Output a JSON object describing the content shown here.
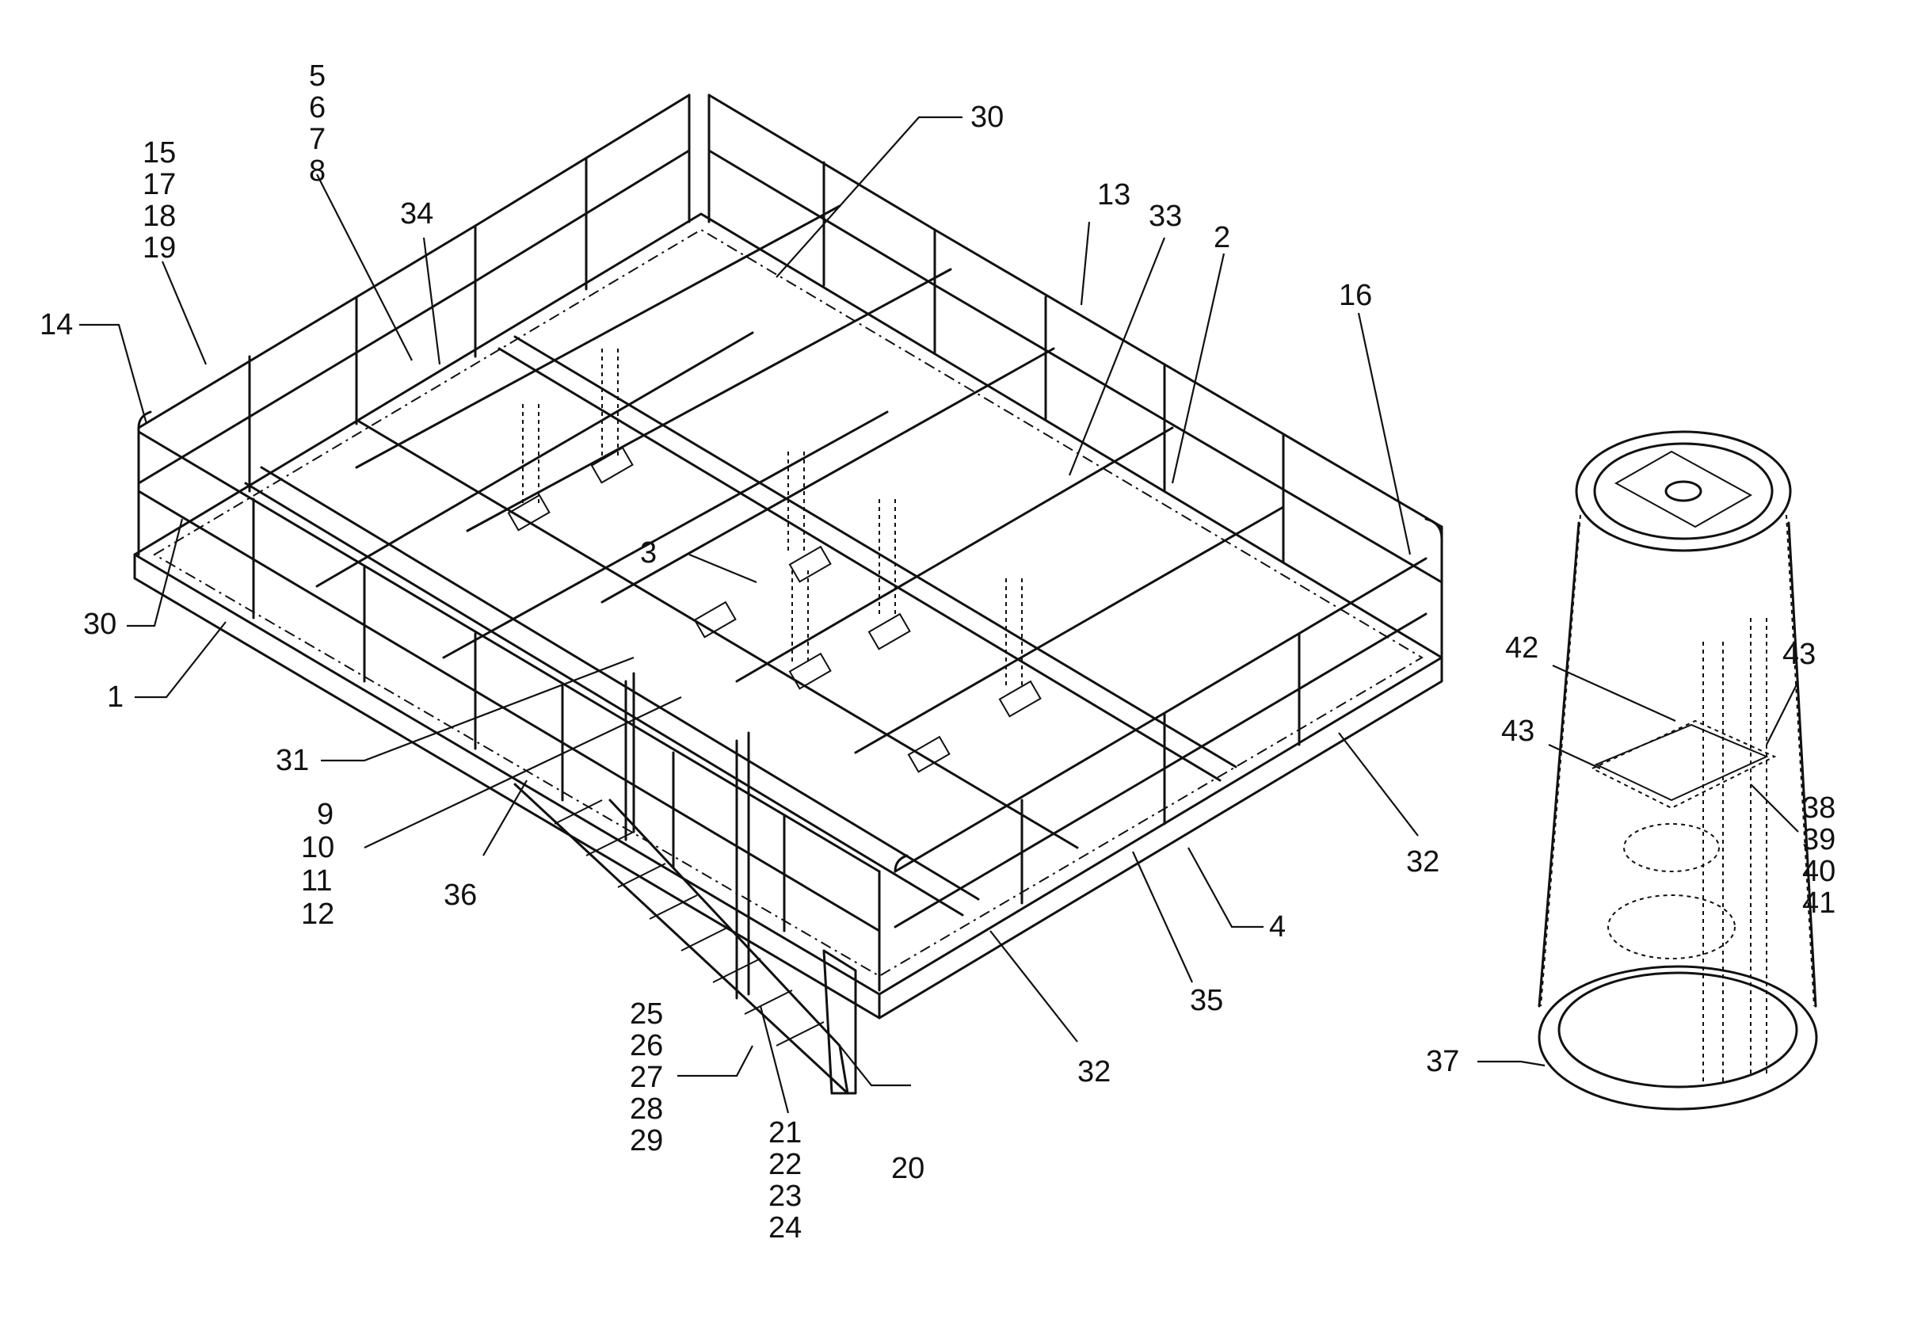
{
  "figure": {
    "callouts": [
      {
        "id": "c-5-6-7-8",
        "lines": [
          "5",
          "6",
          "7",
          "8"
        ]
      },
      {
        "id": "c-15-17-18-19",
        "lines": [
          "15",
          "17",
          "18",
          "19"
        ]
      },
      {
        "id": "c-14",
        "lines": [
          "14"
        ]
      },
      {
        "id": "c-34",
        "lines": [
          "34"
        ]
      },
      {
        "id": "c-30-top",
        "lines": [
          "30"
        ]
      },
      {
        "id": "c-13",
        "lines": [
          "13"
        ]
      },
      {
        "id": "c-33",
        "lines": [
          "33"
        ]
      },
      {
        "id": "c-2",
        "lines": [
          "2"
        ]
      },
      {
        "id": "c-16",
        "lines": [
          "16"
        ]
      },
      {
        "id": "c-30-left",
        "lines": [
          "30"
        ]
      },
      {
        "id": "c-1",
        "lines": [
          "1"
        ]
      },
      {
        "id": "c-3",
        "lines": [
          "3"
        ]
      },
      {
        "id": "c-31",
        "lines": [
          "31"
        ]
      },
      {
        "id": "c-9-10-11-12",
        "lines": [
          "9",
          "10",
          "11",
          "12"
        ]
      },
      {
        "id": "c-36",
        "lines": [
          "36"
        ]
      },
      {
        "id": "c-25-26-27-28-29",
        "lines": [
          "25",
          "26",
          "27",
          "28",
          "29"
        ]
      },
      {
        "id": "c-21-22-23-24",
        "lines": [
          "21",
          "22",
          "23",
          "24"
        ]
      },
      {
        "id": "c-20",
        "lines": [
          "20"
        ]
      },
      {
        "id": "c-32-bottom",
        "lines": [
          "32"
        ]
      },
      {
        "id": "c-35",
        "lines": [
          "35"
        ]
      },
      {
        "id": "c-4",
        "lines": [
          "4"
        ]
      },
      {
        "id": "c-32-right",
        "lines": [
          "32"
        ]
      },
      {
        "id": "c-42",
        "lines": [
          "42"
        ]
      },
      {
        "id": "c-43-right",
        "lines": [
          "43"
        ]
      },
      {
        "id": "c-43-left",
        "lines": [
          "43"
        ]
      },
      {
        "id": "c-38-39-40-41",
        "lines": [
          "38",
          "39",
          "40",
          "41"
        ]
      },
      {
        "id": "c-37",
        "lines": [
          "37"
        ]
      }
    ]
  }
}
